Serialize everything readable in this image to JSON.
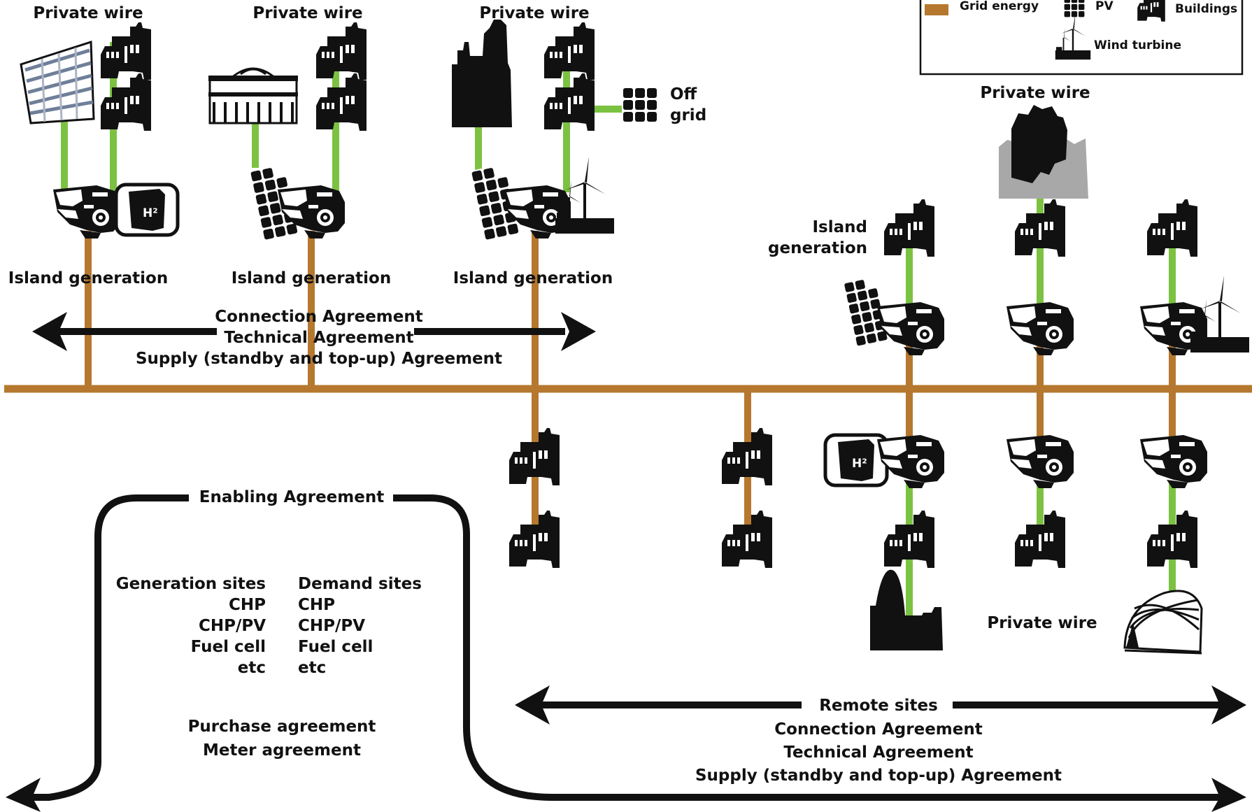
{
  "legend": {
    "grid_energy": "Grid energy",
    "pv": "PV",
    "buildings": "Buildings",
    "wind_turbine": "Wind turbine"
  },
  "top": {
    "pw1": "Private wire",
    "pw2": "Private wire",
    "pw3": "Private wire",
    "off": "Off",
    "grid": "grid",
    "ig1": "Island generation",
    "ig2": "Island generation",
    "ig3": "Island generation"
  },
  "upper_agreements": {
    "connection": "Connection Agreement",
    "technical": "Technical Agreement",
    "supply": "Supply (standby and top-up) Agreement"
  },
  "right": {
    "pw_top": "Private wire",
    "island": "Island",
    "generation": "generation",
    "pw_bottom": "Private wire"
  },
  "enabling": {
    "title": "Enabling Agreement",
    "gen_header": "Generation sites",
    "gen_items": [
      "CHP",
      "CHP/PV",
      "Fuel cell",
      "etc"
    ],
    "dem_header": "Demand sites",
    "dem_items": [
      "CHP",
      "CHP/PV",
      "Fuel cell",
      "etc"
    ],
    "purchase": "Purchase agreement",
    "meter": "Meter agreement"
  },
  "remote": {
    "title": "Remote sites",
    "connection": "Connection Agreement",
    "technical": "Technical Agreement",
    "supply": "Supply (standby and top-up) Agreement"
  },
  "fuel_cell_symbol": "H²",
  "colors": {
    "grid_energy": "#b5782e",
    "private_wire": "#7cc242",
    "black": "#111111",
    "grey_building": "#a8a8a8"
  }
}
